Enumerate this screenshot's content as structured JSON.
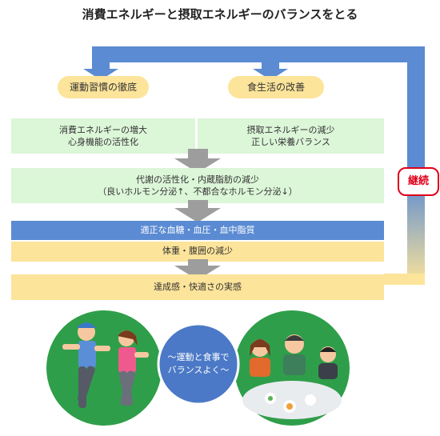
{
  "title": "消費エネルギーと摂取エネルギーのバランスをとる",
  "pills": {
    "left": "運動習慣の徹底",
    "right": "食生活の改善"
  },
  "boxes": {
    "left": {
      "line1": "消費エネルギーの増大",
      "line2": "心身機能の活性化"
    },
    "right": {
      "line1": "摂取エネルギーの減少",
      "line2": "正しい栄養バランス"
    }
  },
  "metabolism": {
    "line1": "代謝の活性化・内蔵脂肪の減少",
    "line2": "（良いホルモン分泌↑、不都合なホルモン分泌↓）"
  },
  "blood": "適正な血糖・血圧・血中脂質",
  "weight": "体重・腹囲の減少",
  "achievement": "達成感・快適さの実感",
  "loop_label": "継続",
  "center_label": {
    "line1": "〜運動と食事で",
    "line2": "バランスよく〜"
  },
  "colors": {
    "blue": "#5b8bd3",
    "pill": "#fce49a",
    "green_box": "#dcf6d8",
    "yellow_box": "#fce49a",
    "gray_arrow": "#9d9d9d",
    "red": "#e0001b",
    "green_circle": "#2f9e4a"
  }
}
